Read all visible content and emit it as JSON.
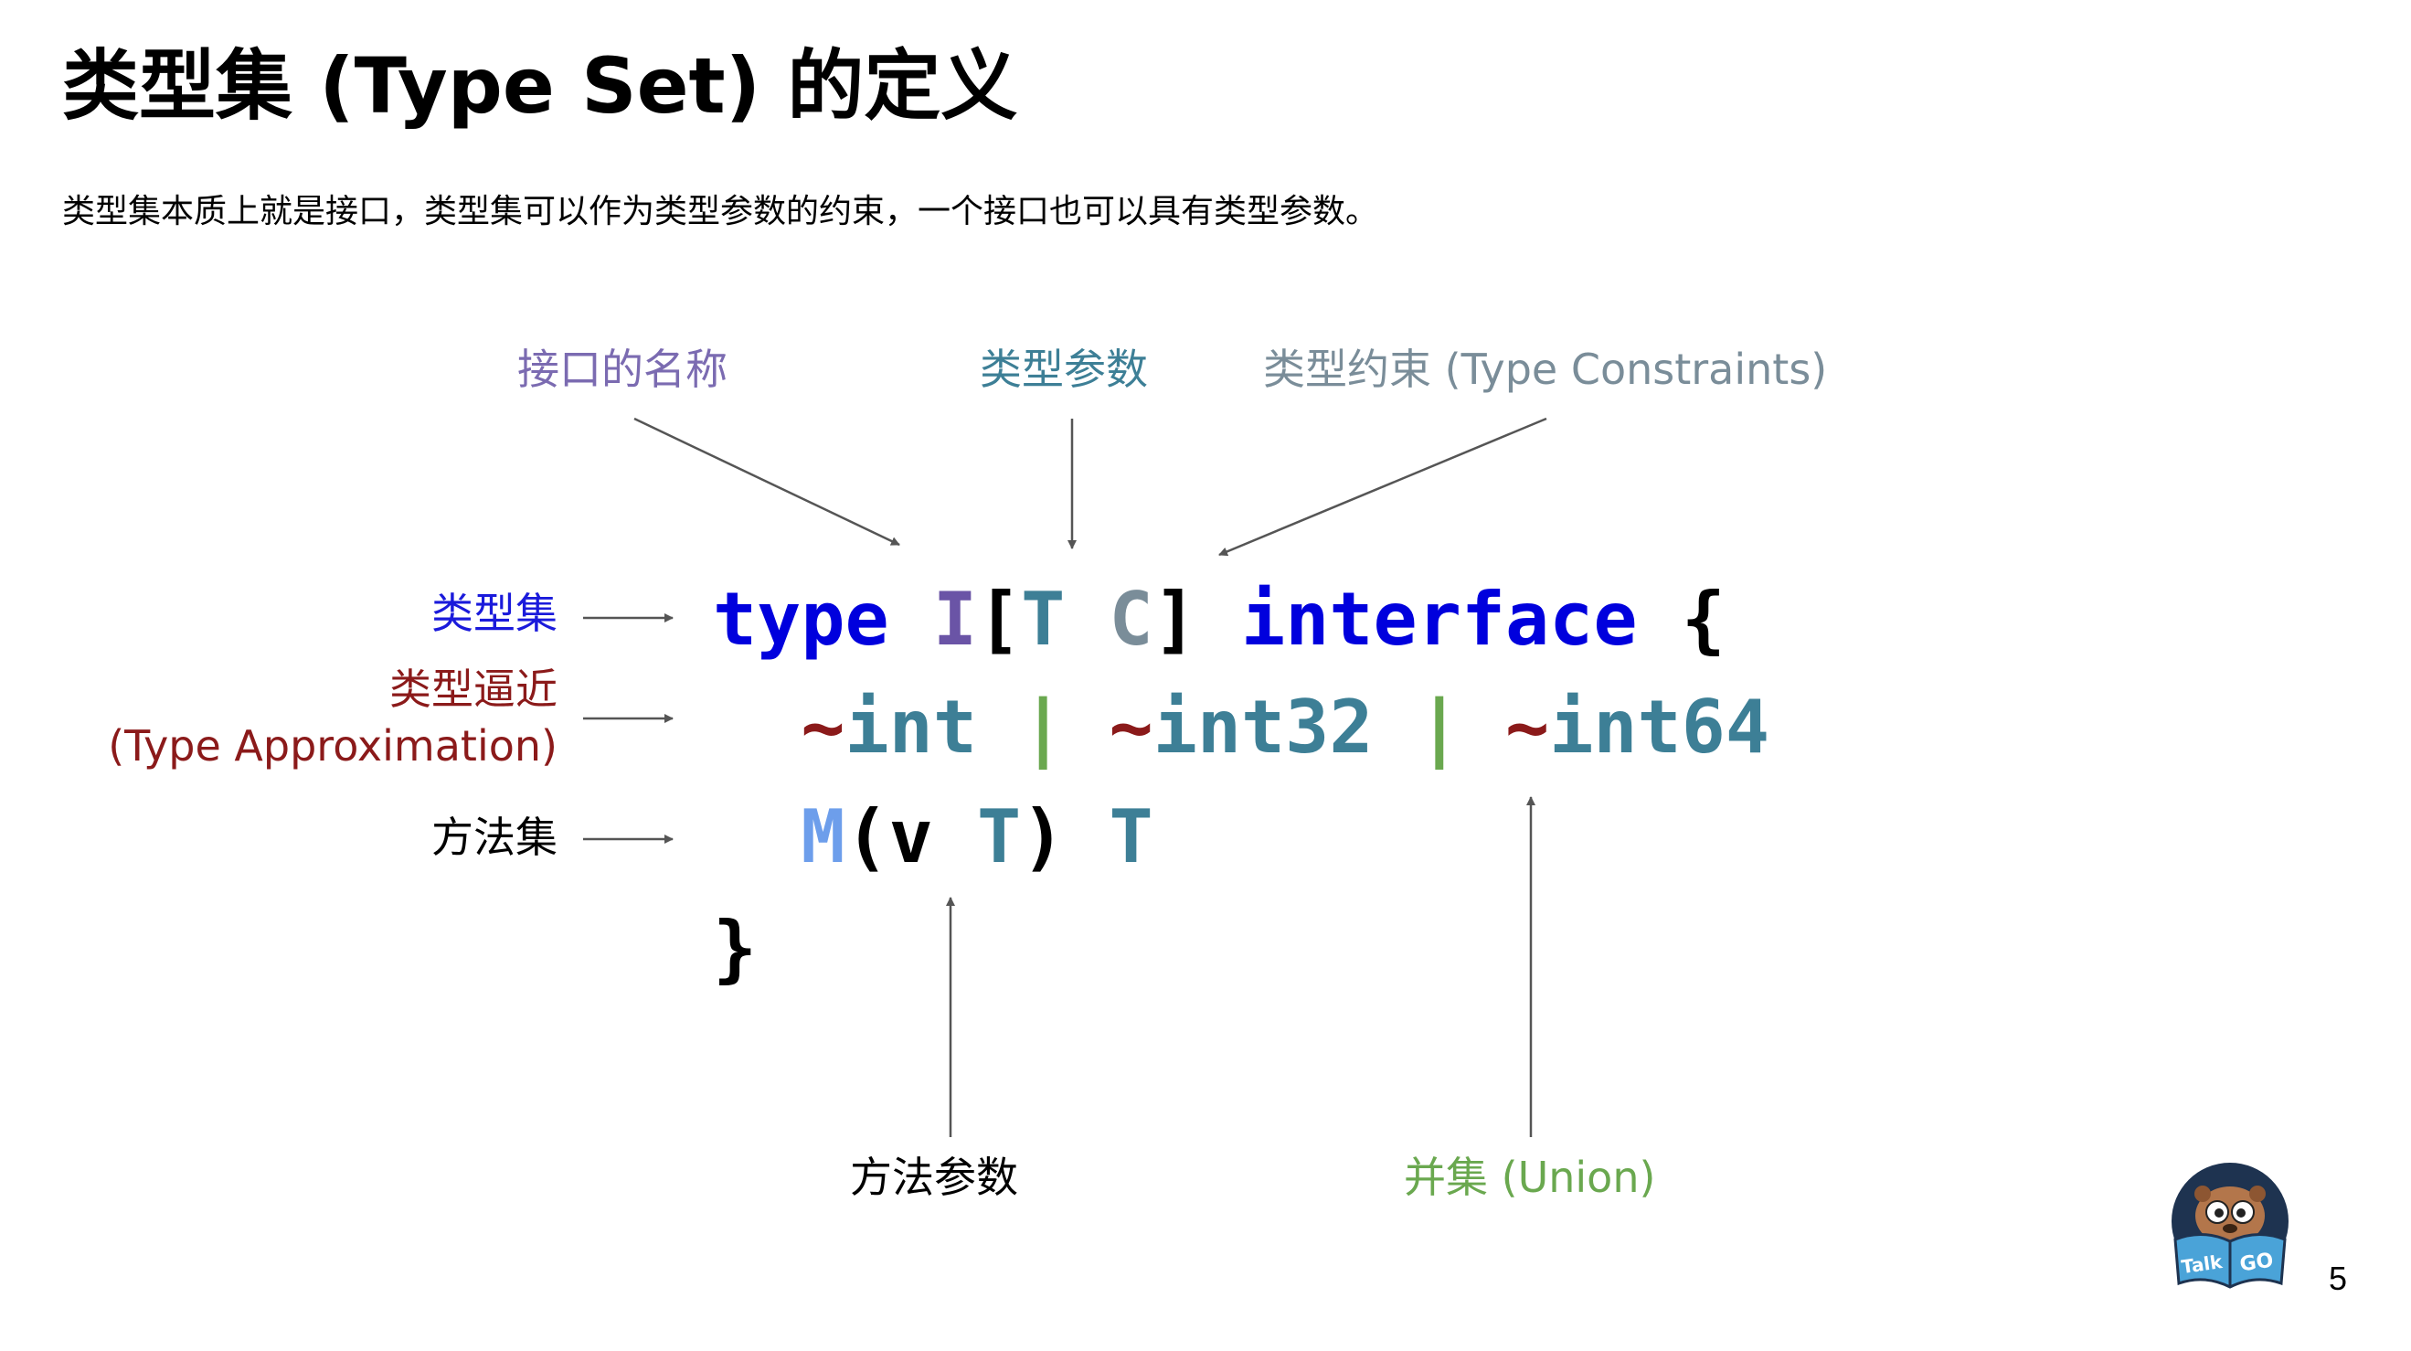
{
  "title": "类型集 (Type Set) 的定义",
  "subtitle": "类型集本质上就是接口，类型集可以作为类型参数的约束，一个接口也可以具有类型参数。",
  "labels": {
    "interface_name": "接口的名称",
    "type_param": "类型参数",
    "type_constraint": "类型约束 (Type Constraints)",
    "type_set": "类型集",
    "type_approx_line1": "类型逼近",
    "type_approx_line2": "(Type Approximation)",
    "method_set": "方法集",
    "method_param": "方法参数",
    "union": "并集 (Union)"
  },
  "code": {
    "line1": {
      "type_kw": "type",
      "name": "I",
      "lbracket": "[",
      "tparam": "T",
      "constraint": "C",
      "rbracket": "]",
      "interface_kw": "interface",
      "brace_open": "{"
    },
    "line2": {
      "tilde1": "~",
      "int": "int",
      "pipe1": "|",
      "tilde2": "~",
      "int32": "int32",
      "pipe2": "|",
      "tilde3": "~",
      "int64": "int64"
    },
    "line3": {
      "method": "M",
      "lparen": "(",
      "param": "v",
      "ptype": "T",
      "rparen": ")",
      "rtype": "T"
    },
    "line4": {
      "brace_close": "}"
    }
  },
  "logo": {
    "text_left": "Talk",
    "text_right": "GO"
  },
  "page_number": "5",
  "colors": {
    "keyword_blue": "#0000dd",
    "interface_name": "#6a54a6",
    "type_param": "#3d7f96",
    "constraint_gray": "#7a8d99",
    "tilde_red": "#8b1a1a",
    "union_green": "#6aa84f",
    "method_blue": "#6d9eeb",
    "arrow_gray": "#555555",
    "label_type_set": "#1a1adb",
    "label_approx": "#8b1a1a",
    "label_method_param": "#000000"
  }
}
